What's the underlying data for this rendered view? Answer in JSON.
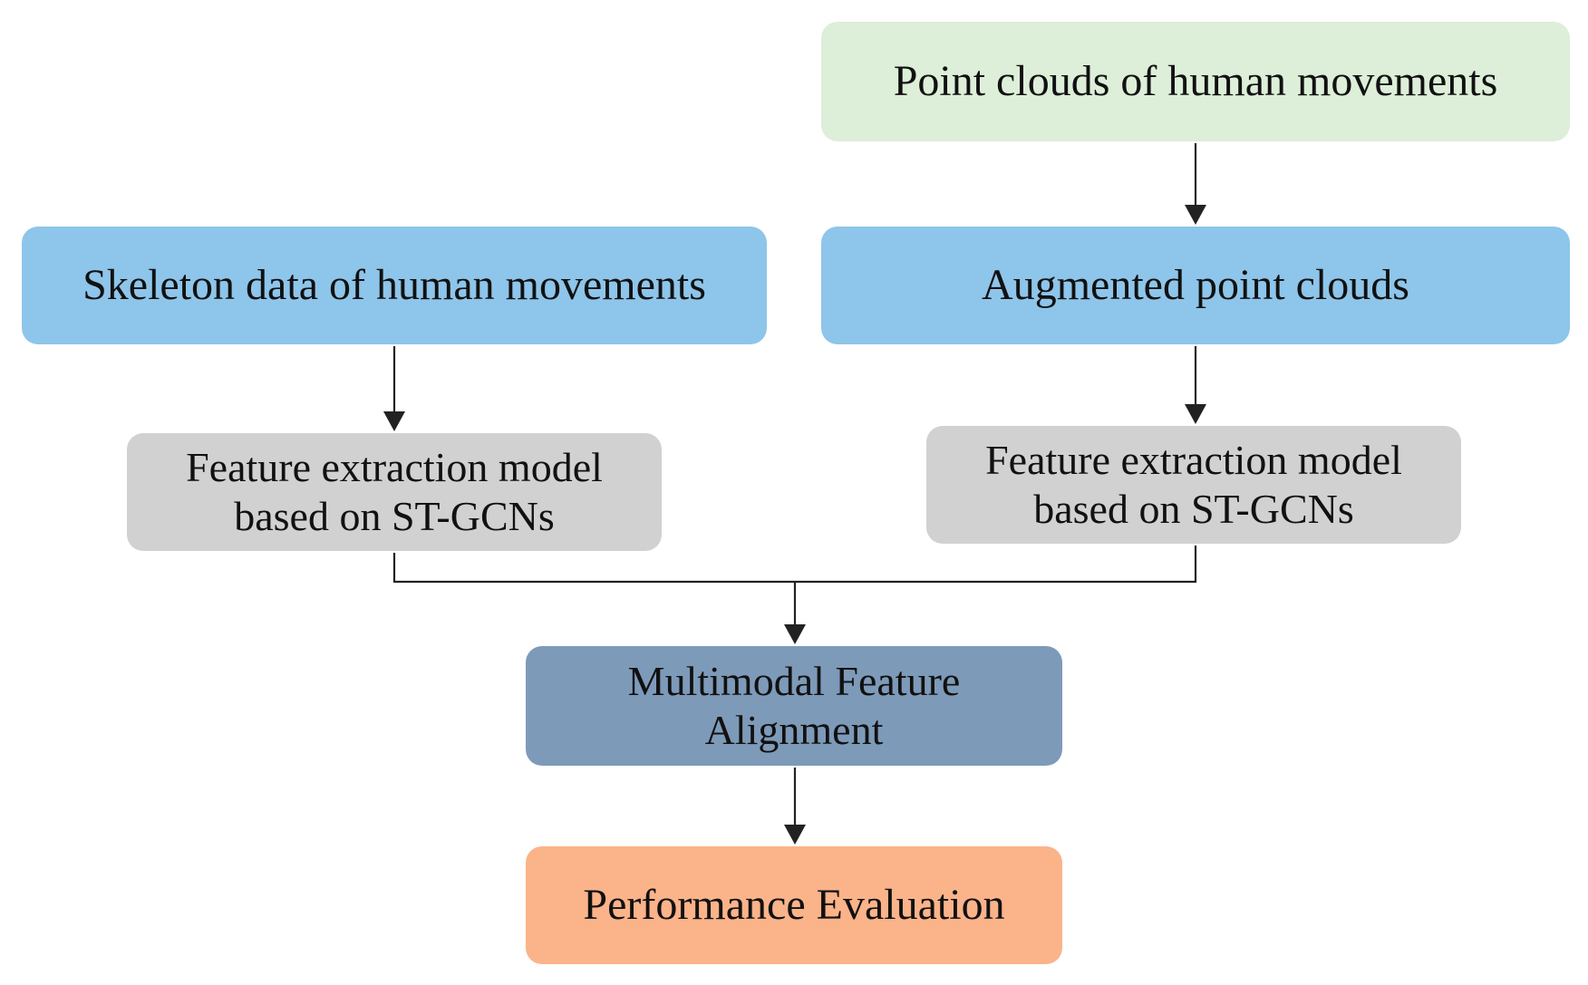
{
  "colors": {
    "input_green": "#ddeed9",
    "input_blue": "#8ec5ea",
    "feature_gray": "#d1d1d1",
    "alignment_steel": "#7e9ab9",
    "output_orange": "#fbb38a",
    "arrow": "#222222"
  },
  "diagram": {
    "nodes": {
      "point_clouds": {
        "lines": [
          "Point clouds of human movements"
        ]
      },
      "skeleton": {
        "lines": [
          "Skeleton data of human movements"
        ]
      },
      "augmented": {
        "lines": [
          "Augmented point clouds"
        ]
      },
      "feature_left": {
        "lines": [
          "Feature extraction model",
          "based on ST-GCNs"
        ]
      },
      "feature_right": {
        "lines": [
          "Feature extraction model",
          "based on ST-GCNs"
        ]
      },
      "alignment": {
        "lines": [
          "Multimodal Feature",
          "Alignment"
        ]
      },
      "performance": {
        "lines": [
          "Performance Evaluation"
        ]
      }
    },
    "edges": [
      {
        "from": "point_clouds",
        "to": "augmented"
      },
      {
        "from": "skeleton",
        "to": "feature_left"
      },
      {
        "from": "augmented",
        "to": "feature_right"
      },
      {
        "from": "feature_left",
        "to": "alignment"
      },
      {
        "from": "feature_right",
        "to": "alignment"
      },
      {
        "from": "alignment",
        "to": "performance"
      }
    ]
  }
}
